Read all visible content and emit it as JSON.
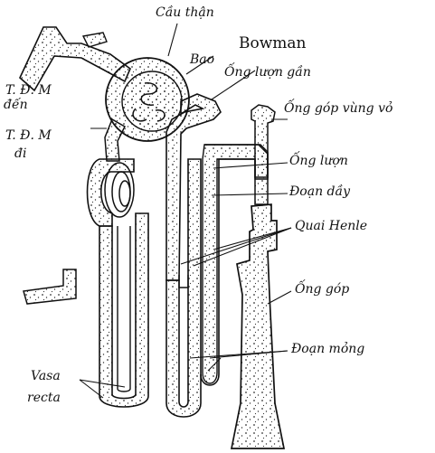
{
  "labels": {
    "cau_than": "Cầu thận",
    "bowman": "Bowman",
    "bao": "Bao",
    "ong_luon_gan": "Ống lượn gần",
    "tdm_den_1": "T. Đ. M",
    "tdm_den_2": "đến",
    "ong_gop_vung_vo": "Ống góp vùng vỏ",
    "tdm_di_1": "T. Đ. M",
    "tdm_di_2": "đi",
    "ong_luon": "Ống lượn",
    "doan_day": "Đoạn dầy",
    "quai_henle": "Quai Henle",
    "ong_gop": "Ống góp",
    "doan_mong": "Đoạn mỏng",
    "vasa_1": "Vasa",
    "vasa_2": "recta"
  },
  "colors": {
    "ink": "#111111",
    "stipple": "#333333",
    "background": "#ffffff"
  }
}
